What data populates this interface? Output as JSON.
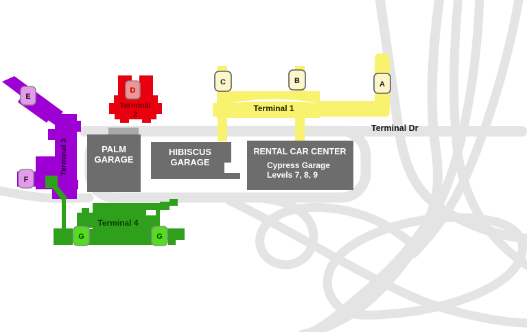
{
  "map": {
    "road_label": "Terminal Dr",
    "colors": {
      "road": "#e4e4e4",
      "road_dark": "#a8a8a8",
      "garage": "#6d6d6d",
      "garage_text": "#ffffff",
      "terminal1": "#f8f26e",
      "terminal2": "#e8000f",
      "terminal3": "#9c00d3",
      "terminal4": "#2fa01b",
      "badge_yellow": "#fbf7cb",
      "badge_red": "#f19494",
      "badge_purple": "#e69aee",
      "badge_green": "#54dc20",
      "road_label_color": "#111111",
      "t1_label_color": "#1a1a00",
      "t2_label_color": "#7a0005",
      "t3_label_color": "#2e003e",
      "t4_label_color": "#0b3a00",
      "d_letter_color": "#a40000",
      "g_letter_color": "#073f00",
      "letter_dark": "#1a1a1a"
    },
    "terminals": {
      "t1": {
        "label": "Terminal 1"
      },
      "t2": {
        "label_line1": "Terminal",
        "label_line2": "2"
      },
      "t3": {
        "label": "Terminal 3"
      },
      "t4": {
        "label": "Terminal 4"
      }
    },
    "gates": {
      "a": "A",
      "b": "B",
      "c": "C",
      "d": "D",
      "e": "E",
      "f": "F",
      "g_west": "G",
      "g_east": "G"
    },
    "garages": {
      "palm": {
        "line1": "PALM",
        "line2": "GARAGE"
      },
      "hibiscus": {
        "line1": "HIBISCUS",
        "line2": "GARAGE"
      },
      "rental": {
        "title": "RENTAL CAR CENTER",
        "line1": "Cypress Garage",
        "line2": "Levels 7, 8, 9"
      }
    }
  }
}
